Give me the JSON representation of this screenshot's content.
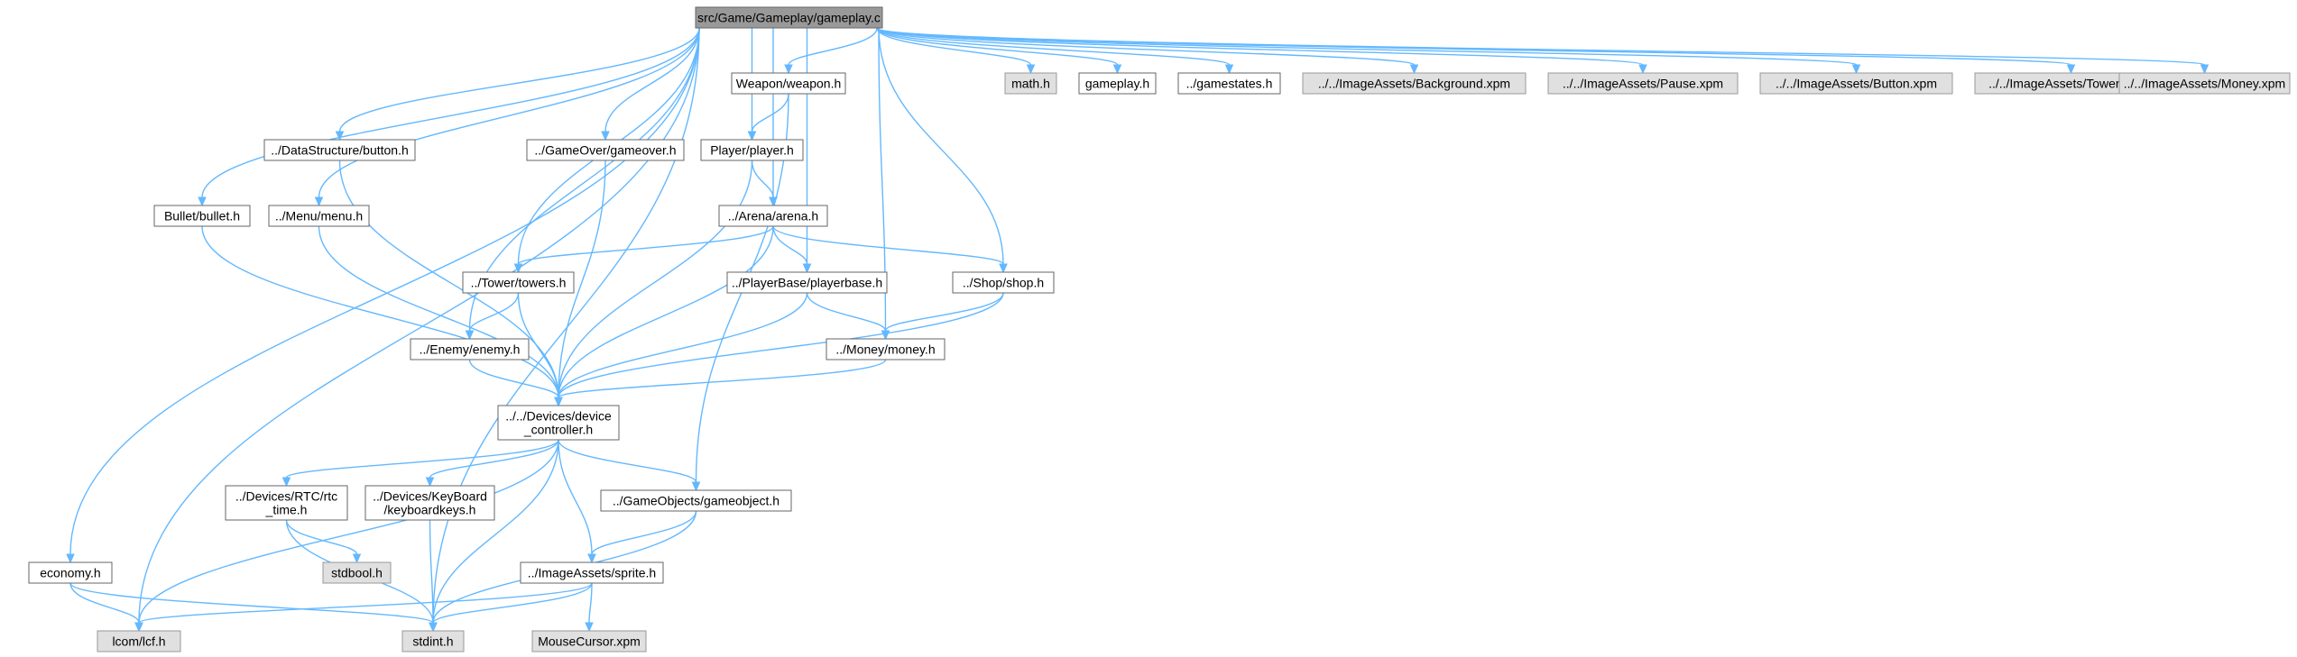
{
  "diagram": {
    "nodes": {
      "root": {
        "lines": [
          "src/Game/Gameplay/gameplay.c"
        ]
      },
      "weapon": {
        "lines": [
          "Weapon/weapon.h"
        ]
      },
      "math": {
        "lines": [
          "math.h"
        ]
      },
      "gameplay_h": {
        "lines": [
          "gameplay.h"
        ]
      },
      "gamestates": {
        "lines": [
          "../gamestates.h"
        ]
      },
      "bg_xpm": {
        "lines": [
          "../../ImageAssets/Background.xpm"
        ]
      },
      "pause_xpm": {
        "lines": [
          "../../ImageAssets/Pause.xpm"
        ]
      },
      "button_xpm": {
        "lines": [
          "../../ImageAssets/Button.xpm"
        ]
      },
      "towers_xpm": {
        "lines": [
          "../../ImageAssets/Towers.xpm"
        ]
      },
      "money_xpm": {
        "lines": [
          "../../ImageAssets/Money.xpm"
        ]
      },
      "ds_button": {
        "lines": [
          "../DataStructure/button.h"
        ]
      },
      "gameover": {
        "lines": [
          "../GameOver/gameover.h"
        ]
      },
      "player": {
        "lines": [
          "Player/player.h"
        ]
      },
      "bullet": {
        "lines": [
          "Bullet/bullet.h"
        ]
      },
      "menu": {
        "lines": [
          "../Menu/menu.h"
        ]
      },
      "arena": {
        "lines": [
          "../Arena/arena.h"
        ]
      },
      "towers": {
        "lines": [
          "../Tower/towers.h"
        ]
      },
      "playerbase": {
        "lines": [
          "../PlayerBase/playerbase.h"
        ]
      },
      "shop": {
        "lines": [
          "../Shop/shop.h"
        ]
      },
      "enemy": {
        "lines": [
          "../Enemy/enemy.h"
        ]
      },
      "money": {
        "lines": [
          "../Money/money.h"
        ]
      },
      "device": {
        "lines": [
          "../../Devices/device",
          "_controller.h"
        ]
      },
      "rtc": {
        "lines": [
          "../Devices/RTC/rtc",
          "_time.h"
        ]
      },
      "keyboard": {
        "lines": [
          "../Devices/KeyBoard",
          "/keyboardkeys.h"
        ]
      },
      "gameobject": {
        "lines": [
          "../GameObjects/gameobject.h"
        ]
      },
      "stdbool": {
        "lines": [
          "stdbool.h"
        ]
      },
      "economy": {
        "lines": [
          "economy.h"
        ]
      },
      "sprite": {
        "lines": [
          "../ImageAssets/sprite.h"
        ]
      },
      "lcf": {
        "lines": [
          "lcom/lcf.h"
        ]
      },
      "stdint": {
        "lines": [
          "stdint.h"
        ]
      },
      "mousecursor": {
        "lines": [
          "MouseCursor.xpm"
        ]
      }
    }
  }
}
